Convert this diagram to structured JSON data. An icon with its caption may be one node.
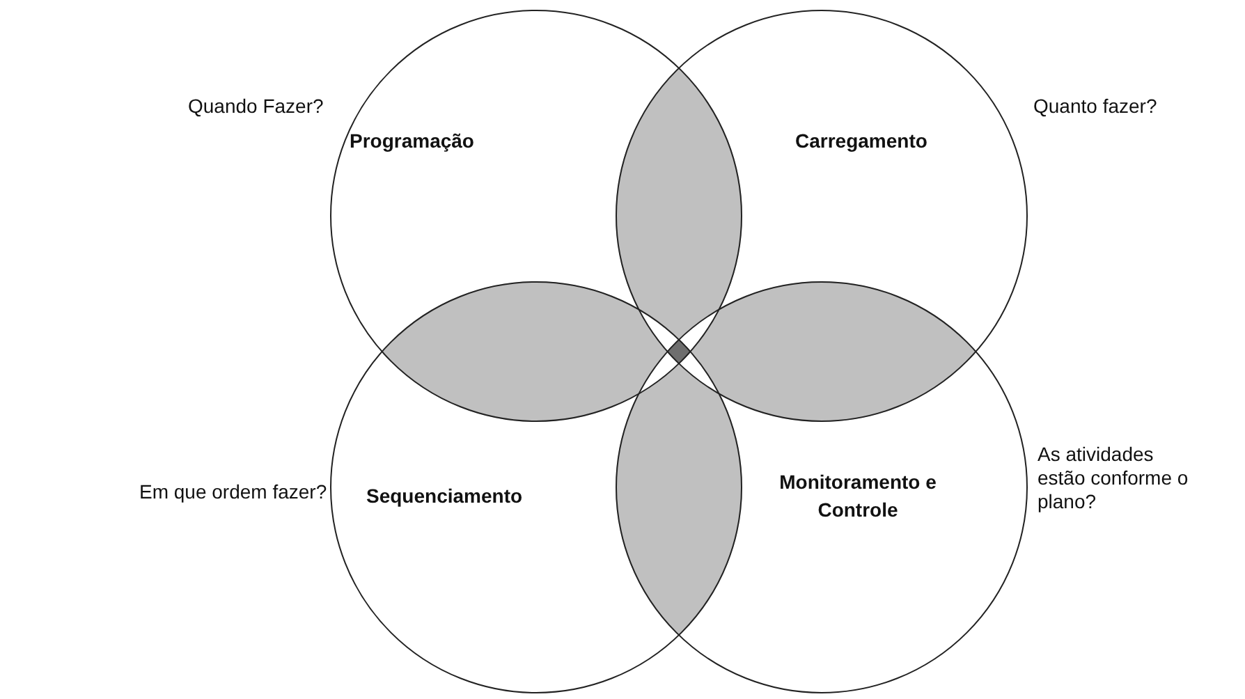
{
  "diagram": {
    "nodes": [
      {
        "text": [
          "Programação"
        ],
        "beside": [
          "Quando Fazer?"
        ]
      },
      {
        "text": [
          "Carregamento"
        ],
        "beside": [
          "Quanto fazer?"
        ]
      },
      {
        "text": [
          "Sequenciamento"
        ],
        "beside": [
          "Em que ordem fazer?"
        ]
      },
      {
        "text": [
          "Monitoramento e Controle"
        ],
        "beside": [
          "As atividades estão conforme o plano?"
        ]
      }
    ]
  }
}
